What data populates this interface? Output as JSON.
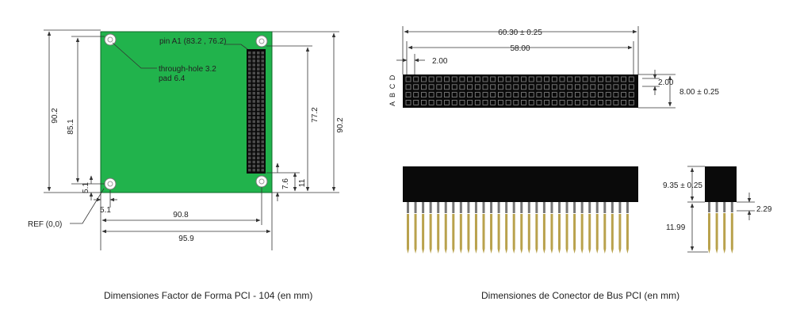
{
  "colors": {
    "pcb_green": "#21b34c",
    "pcb_border": "#0f6a2a",
    "connector_black": "#0a0a0a",
    "pin_gold": "#b9a24d",
    "line": "#333333",
    "text": "#222222"
  },
  "captions": {
    "left": "Dimensiones Factor de Forma PCI - 104  (en mm)",
    "right": "Dimensiones de Conector de Bus PCI  (en mm)"
  },
  "board": {
    "pin_a1": "pin A1 (83.2 , 76.2)",
    "through_hole": "through-hole 3.2",
    "pad": "pad 6.4",
    "ref": "REF (0,0)",
    "dim_90_2_left": "90.2",
    "dim_85_1": "85.1",
    "dim_5_1_vertical": "5.1",
    "dim_5_1_horizontal": "5.1",
    "dim_77_2": "77.2",
    "dim_90_2_right": "90.2",
    "dim_7_6": "7.6",
    "dim_11": "11",
    "dim_90_8": "90.8",
    "dim_95_9": "95.9"
  },
  "connector": {
    "dim_60_30": "60.30 ± 0.25",
    "dim_58_00": "58.00",
    "dim_2_00_pitch": "2.00",
    "dim_2_00_row": "2.00",
    "dim_8_00": "8.00 ± 0.25",
    "row_labels": [
      "A",
      "B",
      "C",
      "D"
    ],
    "dim_9_35": "9.35 ± 0.25",
    "dim_2_29": "2.29",
    "dim_11_99": "11.99"
  }
}
